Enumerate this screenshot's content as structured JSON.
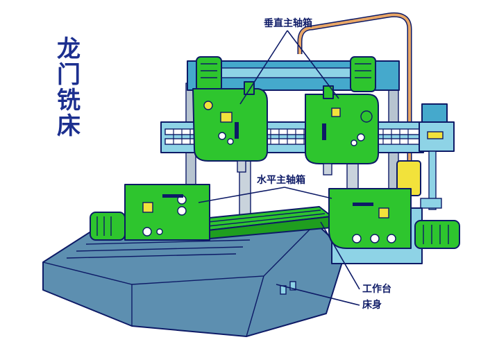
{
  "title_chars": [
    "龙",
    "门",
    "铣",
    "床"
  ],
  "labels": {
    "vertical_spindle_box": "垂直主轴箱",
    "horizontal_spindle_box": "水平主轴箱",
    "worktable": "工作台",
    "machine_bed": "床身"
  },
  "colors": {
    "background": "#ffffff",
    "green": "#2ec52e",
    "blue_light": "#8ed3e6",
    "blue_mid": "#45a9cc",
    "bed": "#5d8fb0",
    "ink": "#0d1a66",
    "yellow": "#f2e23b",
    "pipe": "#e9a766"
  }
}
